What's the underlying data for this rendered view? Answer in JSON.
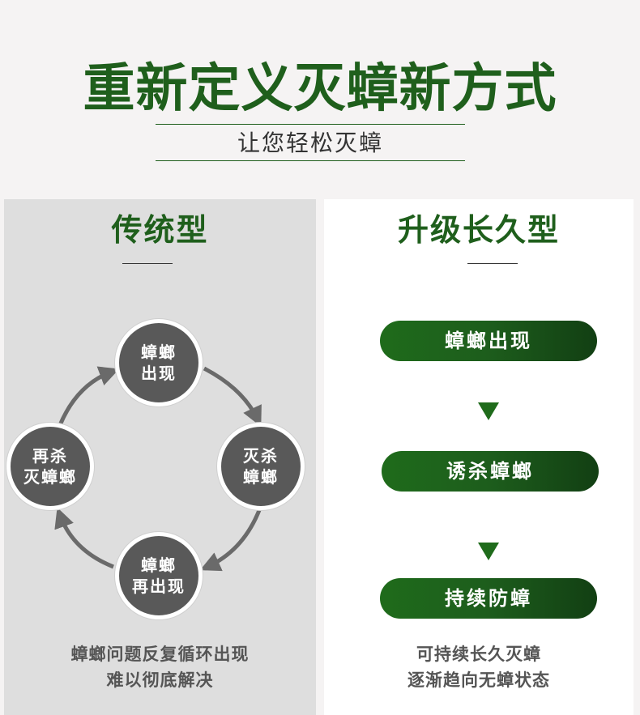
{
  "header": {
    "title": "重新定义灭蟑新方式",
    "subtitle": "让您轻松灭蟑"
  },
  "traditional": {
    "title": "传统型",
    "cycle": {
      "top": "蟑螂\n出现",
      "right": "灭杀\n蟑螂",
      "bottom": "蟑螂\n再出现",
      "left": "再杀\n灭蟑螂"
    },
    "caption_line1": "蟑螂问题反复循环出现",
    "caption_line2": "难以彻底解决"
  },
  "upgraded": {
    "title": "升级长久型",
    "steps": [
      "蟑螂出现",
      "诱杀蟑螂",
      "持续防蟑"
    ],
    "caption_line1": "可持续长久灭蟑",
    "caption_line2": "逐渐趋向无蟑状态"
  },
  "colors": {
    "brand_green": "#1f5f1c",
    "node_gray": "#595959",
    "left_panel_bg": "#dedede"
  },
  "icons": {
    "cycle_arrows": "curved-arrow-icon",
    "step_arrows": "triangle-down-icon"
  }
}
